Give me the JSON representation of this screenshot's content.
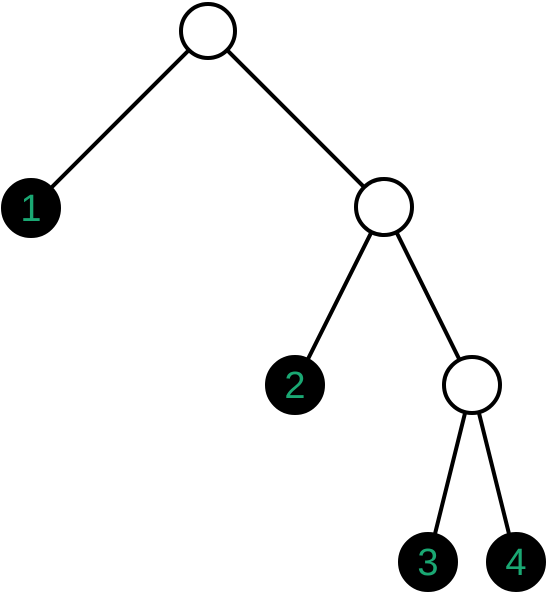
{
  "colors": {
    "edge": "#000000",
    "internal_fill": "#ffffff",
    "leaf_fill": "#000000",
    "leaf_label": "#1aa873"
  },
  "nodes": [
    {
      "id": "root",
      "kind": "internal"
    },
    {
      "id": "leaf-1",
      "kind": "leaf",
      "label": "1"
    },
    {
      "id": "inner-a",
      "kind": "internal"
    },
    {
      "id": "leaf-2",
      "kind": "leaf",
      "label": "2"
    },
    {
      "id": "inner-b",
      "kind": "internal"
    },
    {
      "id": "leaf-3",
      "kind": "leaf",
      "label": "3"
    },
    {
      "id": "leaf-4",
      "kind": "leaf",
      "label": "4"
    }
  ],
  "edges": [
    {
      "from": "root",
      "to": "leaf-1"
    },
    {
      "from": "root",
      "to": "inner-a"
    },
    {
      "from": "inner-a",
      "to": "leaf-2"
    },
    {
      "from": "inner-a",
      "to": "inner-b"
    },
    {
      "from": "inner-b",
      "to": "leaf-3"
    },
    {
      "from": "inner-b",
      "to": "leaf-4"
    }
  ]
}
